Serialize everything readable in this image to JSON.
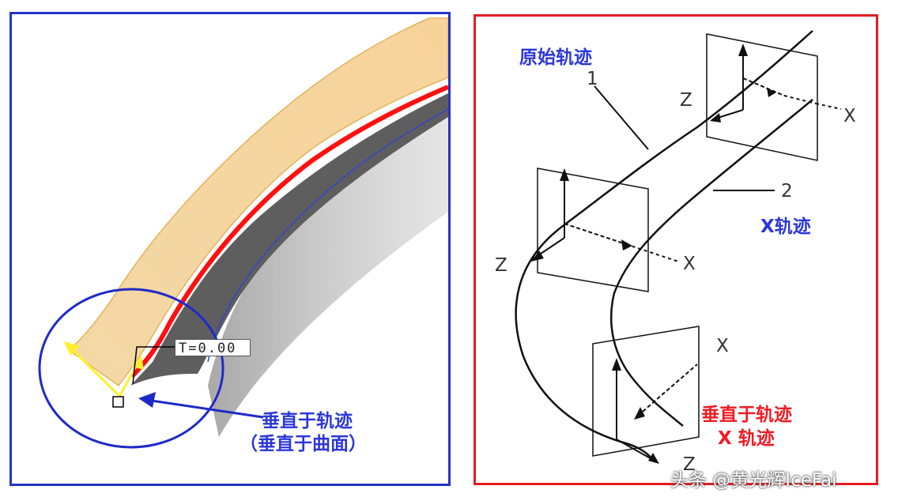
{
  "left": {
    "t_readout": "T=0.00",
    "caption_line1": "垂直于轨迹",
    "caption_line2": "（垂直于曲面）"
  },
  "right": {
    "original_trajectory_label": "原始轨迹",
    "x_trajectory_label": "X轨迹",
    "normal_label_line1": "垂直于轨迹",
    "normal_label_line2": "X 轨迹",
    "callout_1": "1",
    "callout_2": "2",
    "axis_z": "Z",
    "axis_x": "X"
  },
  "watermark": "头条 @黄光辉IceFai",
  "colors": {
    "left_frame": "#2632c8",
    "right_frame": "#e21c24",
    "surface_fill": "#f5d9a5",
    "edge_red": "#ff0000",
    "label_blue": "#2b37d8",
    "label_red": "#ee1b24"
  }
}
